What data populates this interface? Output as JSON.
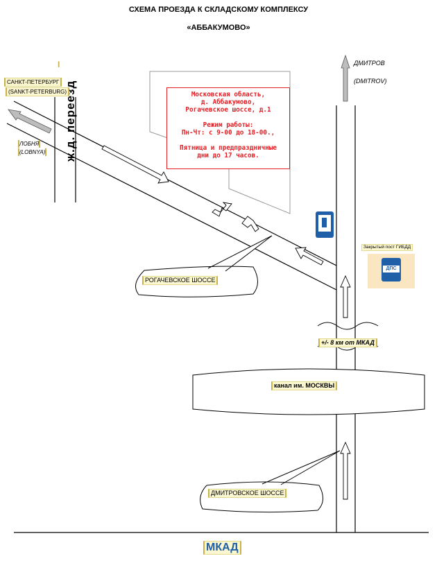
{
  "title": {
    "line1": "СХЕМА ПРОЕЗДА К СКЛАДСКОМУ КОМПЛЕКСУ",
    "line2": "«АББАКУМОВО»"
  },
  "rail": {
    "marker": "I",
    "label": "ж.д. переезд"
  },
  "directions": {
    "spb_ru": "САНКТ-ПЕТЕРБУРГ",
    "spb_en": "(SANKT-PETERBURG)",
    "lobnya_ru": "ЛОБНЯ",
    "lobnya_en": "(LOBNYA)",
    "dmitrov_ru": "ДМИТРОВ",
    "dmitrov_en": "(DMITROV)"
  },
  "info": {
    "lines": [
      "Московская область,",
      "д. Аббакумово,",
      "Рогачевское шоссе, д.1",
      "",
      "Режим работы:",
      "Пн-Чт: с 9-00 до 18-00.,",
      "",
      "Пятница и предпраздничные",
      "дни до 17 часов."
    ]
  },
  "roads": {
    "rogachevskoe": "РОГАЧЕВСКОЕ ШОССЕ",
    "dmitrovskoe": "ДМИТРОВСКОЕ ШОССЕ",
    "mkad": "МКАД"
  },
  "distance": "+/- 8 км от МКАД",
  "canal": "канал им. МОСКВЫ",
  "police_post": {
    "label": "Закрытый пост ГИБДД",
    "sign": "ДПС"
  },
  "icons": {
    "fuel": "fuel-station-icon",
    "police": "police-post-icon"
  },
  "colors": {
    "info_border": "#e31e24",
    "sign_blue": "#1f5fa8",
    "label_bg": "#fbf7d0"
  }
}
